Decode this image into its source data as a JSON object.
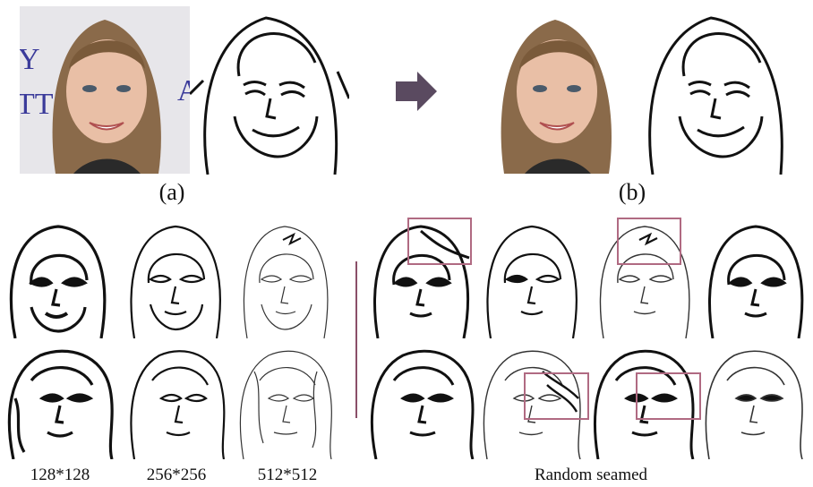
{
  "figure": {
    "captions": {
      "a": "(a)",
      "b": "(b)"
    },
    "scale_labels": [
      "128*128",
      "256*256",
      "512*512"
    ],
    "comparison_label": "Random seamed",
    "colors": {
      "arrow": "#5a4a60",
      "highlight": "#b06a82",
      "divider": "#8a4f68",
      "hair": "#8a6a4a",
      "skin": "#e9bfa6",
      "backdrop": "#e7e6ea"
    },
    "icons": {
      "arrow": "right-arrow-icon"
    }
  }
}
